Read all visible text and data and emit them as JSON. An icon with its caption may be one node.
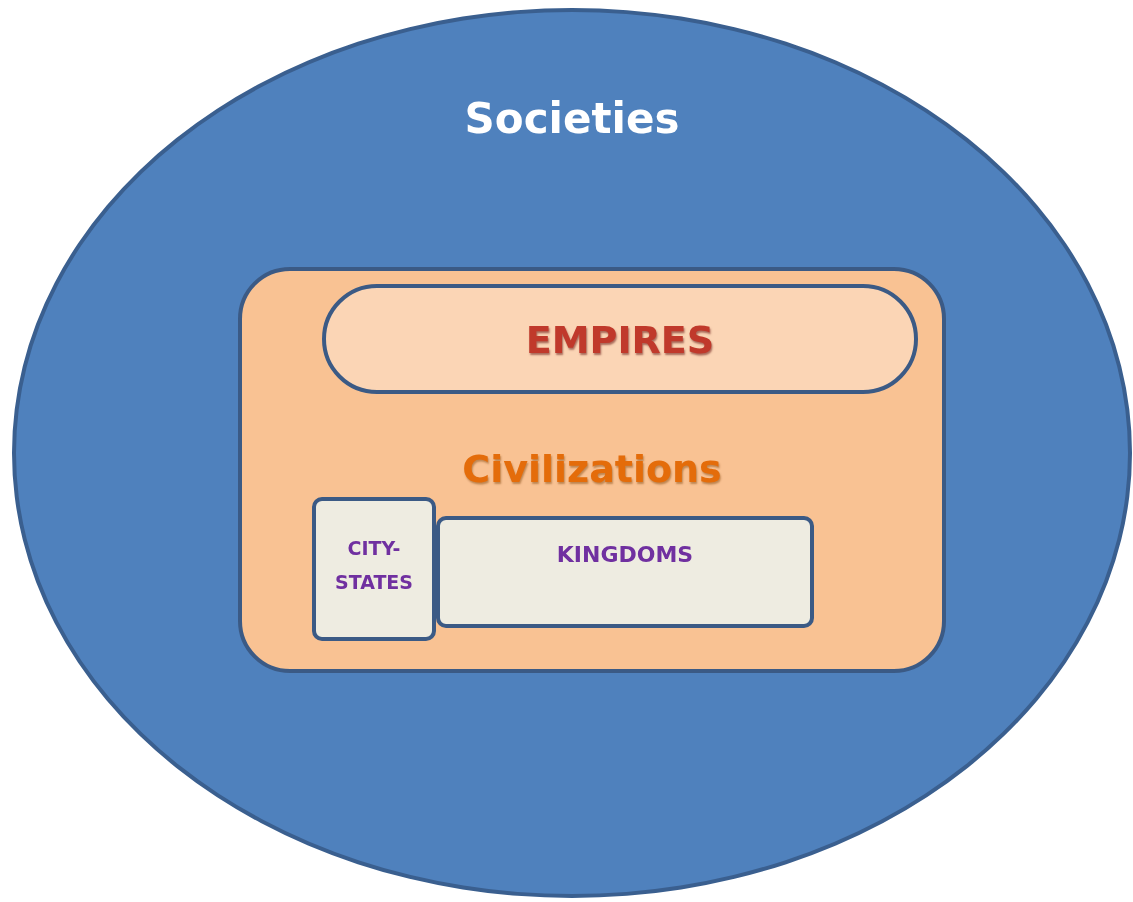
{
  "diagram": {
    "nodes": [
      {
        "text": [
          "Societies"
        ]
      },
      {
        "text": [
          "Civilizations"
        ],
        "in": 0
      },
      {
        "text": [
          "EMPIRES"
        ],
        "in": 1
      },
      {
        "text": [
          "CITY-STATES"
        ],
        "in": 1
      },
      {
        "text": [
          "KINGDOMS"
        ],
        "in": 1
      }
    ]
  }
}
